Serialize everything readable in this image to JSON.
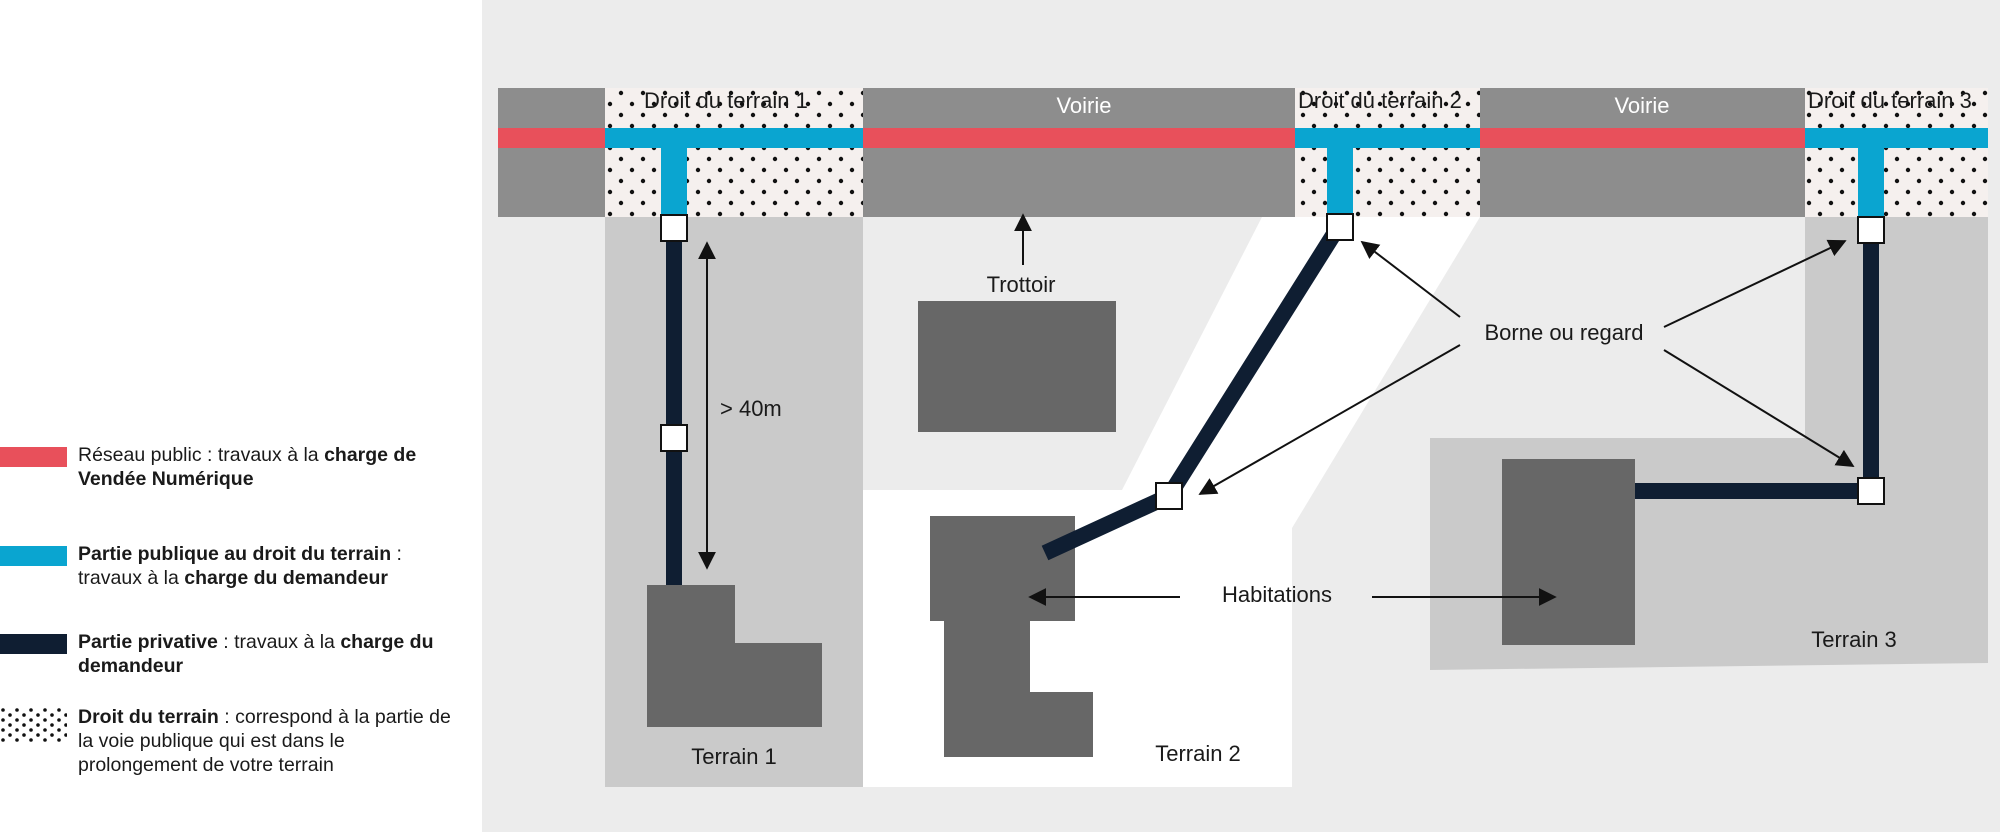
{
  "colors": {
    "public_network": "#e8505b",
    "public_part": "#0aa5d0",
    "private_part": "#0f1e32",
    "road": "#8d8d8d",
    "sidewalk": "#ececec",
    "terrain1": "#cacaca",
    "terrain2": "#ffffff",
    "terrain3": "#cacaca",
    "house": "#676767",
    "droit_bg": "#f5f0ee",
    "dot": "#111111"
  },
  "street": {
    "droit_terrain_1": "Droit du terrain 1",
    "voirie_1": "Voirie",
    "droit_terrain_2": "Droit du terrain 2",
    "voirie_2": "Voirie",
    "droit_terrain_3": "Droit du terrain 3"
  },
  "annotations": {
    "trottoir": "Trottoir",
    "distance": "> 40m",
    "borne": "Borne ou regard",
    "habitations": "Habitations"
  },
  "terrains": {
    "t1": "Terrain 1",
    "t2": "Terrain 2",
    "t3": "Terrain 3"
  },
  "legend": [
    {
      "pre": "Réseau public : travaux à la ",
      "bold": "charge de Vendée Numérique",
      "post": ""
    },
    {
      "bold_first": "Partie publique au droit du terrain",
      "mid": " : travaux à la ",
      "bold": "charge du demandeur",
      "post": ""
    },
    {
      "bold_first": "Partie privative",
      "mid": " : travaux à la ",
      "bold": "charge du demandeur",
      "post": ""
    },
    {
      "bold_first": "Droit du terrain",
      "mid": " : correspond à la partie de la voie publique qui est dans le prolongement de votre terrain",
      "bold": "",
      "post": ""
    }
  ]
}
